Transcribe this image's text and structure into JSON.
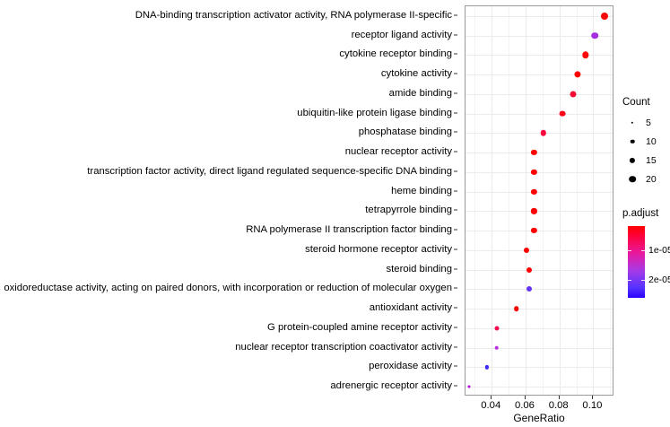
{
  "chart_data": {
    "type": "scatter",
    "title": "",
    "subtitle": "",
    "xlabel": "GeneRatio",
    "ylabel": "",
    "xlim": [
      0.0245,
      0.1125
    ],
    "xticks": [
      0.04,
      0.06,
      0.08,
      0.1
    ],
    "xticklabels": [
      "0.04",
      "0.06",
      "0.08",
      "0.10"
    ],
    "grid": true,
    "legend_position": "right",
    "categories": [
      "DNA-binding transcription activator activity, RNA polymerase II-specific",
      "receptor ligand activity",
      "cytokine receptor binding",
      "cytokine activity",
      "amide binding",
      "ubiquitin-like protein ligase binding",
      "phosphatase binding",
      "nuclear receptor activity",
      "transcription factor activity, direct ligand regulated sequence-specific DNA binding",
      "heme binding",
      "tetrapyrrole binding",
      "RNA polymerase II transcription factor binding",
      "steroid hormone receptor activity",
      "steroid binding",
      "oxidoreductase activity, acting on paired donors, with incorporation or reduction of molecular oxygen",
      "antioxidant activity",
      "G protein-coupled amine receptor activity",
      "nuclear receptor transcription coactivator activity",
      "peroxidase activity",
      "adrenergic receptor activity"
    ],
    "points": [
      {
        "term": "DNA-binding transcription activator activity, RNA polymerase II-specific",
        "GeneRatio": 0.1065,
        "Count": 21,
        "p.adjust": 2e-06,
        "color": "#fa0a0a",
        "size": 8.0
      },
      {
        "term": "receptor ligand activity",
        "GeneRatio": 0.101,
        "Count": 20,
        "p.adjust": 1.42e-05,
        "color": "#a32fe0",
        "size": 7.6
      },
      {
        "term": "cytokine receptor binding",
        "GeneRatio": 0.0955,
        "Count": 19,
        "p.adjust": 3e-06,
        "color": "#fa0a0a",
        "size": 7.4
      },
      {
        "term": "cytokine activity",
        "GeneRatio": 0.0905,
        "Count": 18,
        "p.adjust": 1e-06,
        "color": "#ff0000",
        "size": 7.2
      },
      {
        "term": "amide binding",
        "GeneRatio": 0.088,
        "Count": 17,
        "p.adjust": 4e-06,
        "color": "#f50a33",
        "size": 7.0
      },
      {
        "term": "ubiquitin-like protein ligase binding",
        "GeneRatio": 0.082,
        "Count": 16,
        "p.adjust": 2e-06,
        "color": "#fa0519",
        "size": 6.8
      },
      {
        "term": "phosphatase binding",
        "GeneRatio": 0.0705,
        "Count": 14,
        "p.adjust": 1.5e-06,
        "color": "#fa0a3c",
        "size": 6.4
      },
      {
        "term": "nuclear receptor activity",
        "GeneRatio": 0.065,
        "Count": 13,
        "p.adjust": 1e-06,
        "color": "#ff0000",
        "size": 6.2
      },
      {
        "term": "transcription factor activity, direct ligand regulated sequence-specific DNA binding",
        "GeneRatio": 0.065,
        "Count": 13,
        "p.adjust": 1e-06,
        "color": "#ff0000",
        "size": 6.2
      },
      {
        "term": "heme binding",
        "GeneRatio": 0.065,
        "Count": 13,
        "p.adjust": 1e-06,
        "color": "#ff0000",
        "size": 6.2
      },
      {
        "term": "tetrapyrrole binding",
        "GeneRatio": 0.065,
        "Count": 13,
        "p.adjust": 1e-06,
        "color": "#ff0000",
        "size": 6.2
      },
      {
        "term": "RNA polymerase II transcription factor binding",
        "GeneRatio": 0.065,
        "Count": 13,
        "p.adjust": 1e-06,
        "color": "#ff0000",
        "size": 6.2
      },
      {
        "term": "steroid hormone receptor activity",
        "GeneRatio": 0.0605,
        "Count": 12,
        "p.adjust": 1e-06,
        "color": "#ff0000",
        "size": 6.0
      },
      {
        "term": "steroid binding",
        "GeneRatio": 0.062,
        "Count": 12,
        "p.adjust": 1e-06,
        "color": "#ff0000",
        "size": 6.0
      },
      {
        "term": "oxidoreductase activity, acting on paired donors, with incorporation or reduction of molecular oxygen",
        "GeneRatio": 0.062,
        "Count": 12,
        "p.adjust": 2.35e-05,
        "color": "#6633f0",
        "size": 6.0
      },
      {
        "term": "antioxidant activity",
        "GeneRatio": 0.0545,
        "Count": 11,
        "p.adjust": 1e-06,
        "color": "#ff0000",
        "size": 5.6
      },
      {
        "term": "G protein-coupled amine receptor activity",
        "GeneRatio": 0.043,
        "Count": 9,
        "p.adjust": 6e-06,
        "color": "#f20a50",
        "size": 5.0
      },
      {
        "term": "nuclear receptor transcription coactivator activity",
        "GeneRatio": 0.043,
        "Count": 9,
        "p.adjust": 1.6e-05,
        "color": "#b82de0",
        "size": 4.6
      },
      {
        "term": "peroxidase activity",
        "GeneRatio": 0.037,
        "Count": 7,
        "p.adjust": 2.45e-05,
        "color": "#3a2bf5",
        "size": 4.2
      },
      {
        "term": "adrenergic receptor activity",
        "GeneRatio": 0.0268,
        "Count": 5,
        "p.adjust": 1.9e-05,
        "color": "#b300d6",
        "size": 3.0
      }
    ],
    "legends": {
      "count": {
        "title": "Count",
        "entries": [
          {
            "label": "5",
            "value": 5,
            "size": 2.4
          },
          {
            "label": "10",
            "value": 10,
            "size": 4.6
          },
          {
            "label": "15",
            "value": 15,
            "size": 6.2
          },
          {
            "label": "20",
            "value": 20,
            "size": 7.6
          }
        ]
      },
      "padjust": {
        "title": "p.adjust",
        "ticklabels": [
          "1e-05",
          "2e-05"
        ],
        "tickvalues": [
          1e-05,
          2e-05
        ],
        "range": [
          2e-06,
          2.6e-05
        ],
        "color_high": "#2b00ff",
        "color_low": "#ff0000"
      }
    }
  }
}
